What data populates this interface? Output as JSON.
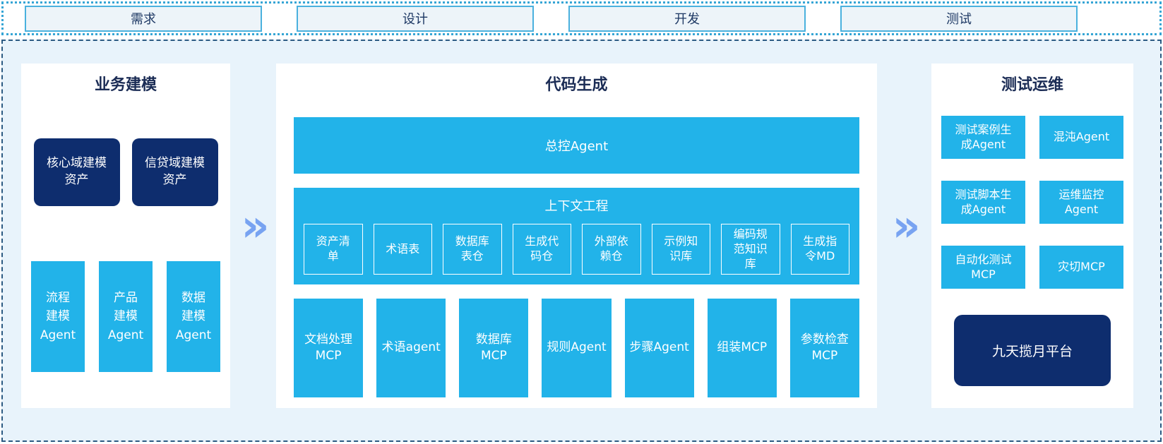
{
  "phases": {
    "labels": [
      "需求",
      "设计",
      "开发",
      "测试"
    ]
  },
  "arrows": {
    "glyph": "»"
  },
  "panels": {
    "business": {
      "title": "业务建模",
      "assets": [
        "核心域建模\n资产",
        "信贷域建模\n资产"
      ],
      "agents": [
        "流程\n建模\nAgent",
        "产品\n建模\nAgent",
        "数据\n建模\nAgent"
      ]
    },
    "codegen": {
      "title": "代码生成",
      "master_agent": "总控Agent",
      "context": {
        "title": "上下文工程",
        "items": [
          "资产清\n单",
          "术语表",
          "数据库\n表仓",
          "生成代\n码仓",
          "外部依\n赖仓",
          "示例知\n识库",
          "编码规\n范知识\n库",
          "生成指\n令MD"
        ]
      },
      "mcps": [
        "文档处理\nMCP",
        "术语agent",
        "数据库\nMCP",
        "规则Agent",
        "步骤Agent",
        "组装MCP",
        "参数检查\nMCP"
      ]
    },
    "testops": {
      "title": "测试运维",
      "items": [
        "测试案例生\n成Agent",
        "混沌Agent",
        "测试脚本生\n成Agent",
        "运维监控\nAgent",
        "自动化测试\nMCP",
        "灾切MCP"
      ],
      "platform": "九天揽月平台"
    }
  },
  "colors": {
    "cyan": "#22b3e9",
    "navy": "#0e2d6e",
    "container_bg": "#e8f3fb",
    "dashed_border": "#2b5a82",
    "dotted_border": "#35a5d5",
    "chevron": "#78a3f1",
    "phase_box_bg": "#edf4f9",
    "phase_box_border": "#4ab1de",
    "header_text": "#1b2c55"
  }
}
